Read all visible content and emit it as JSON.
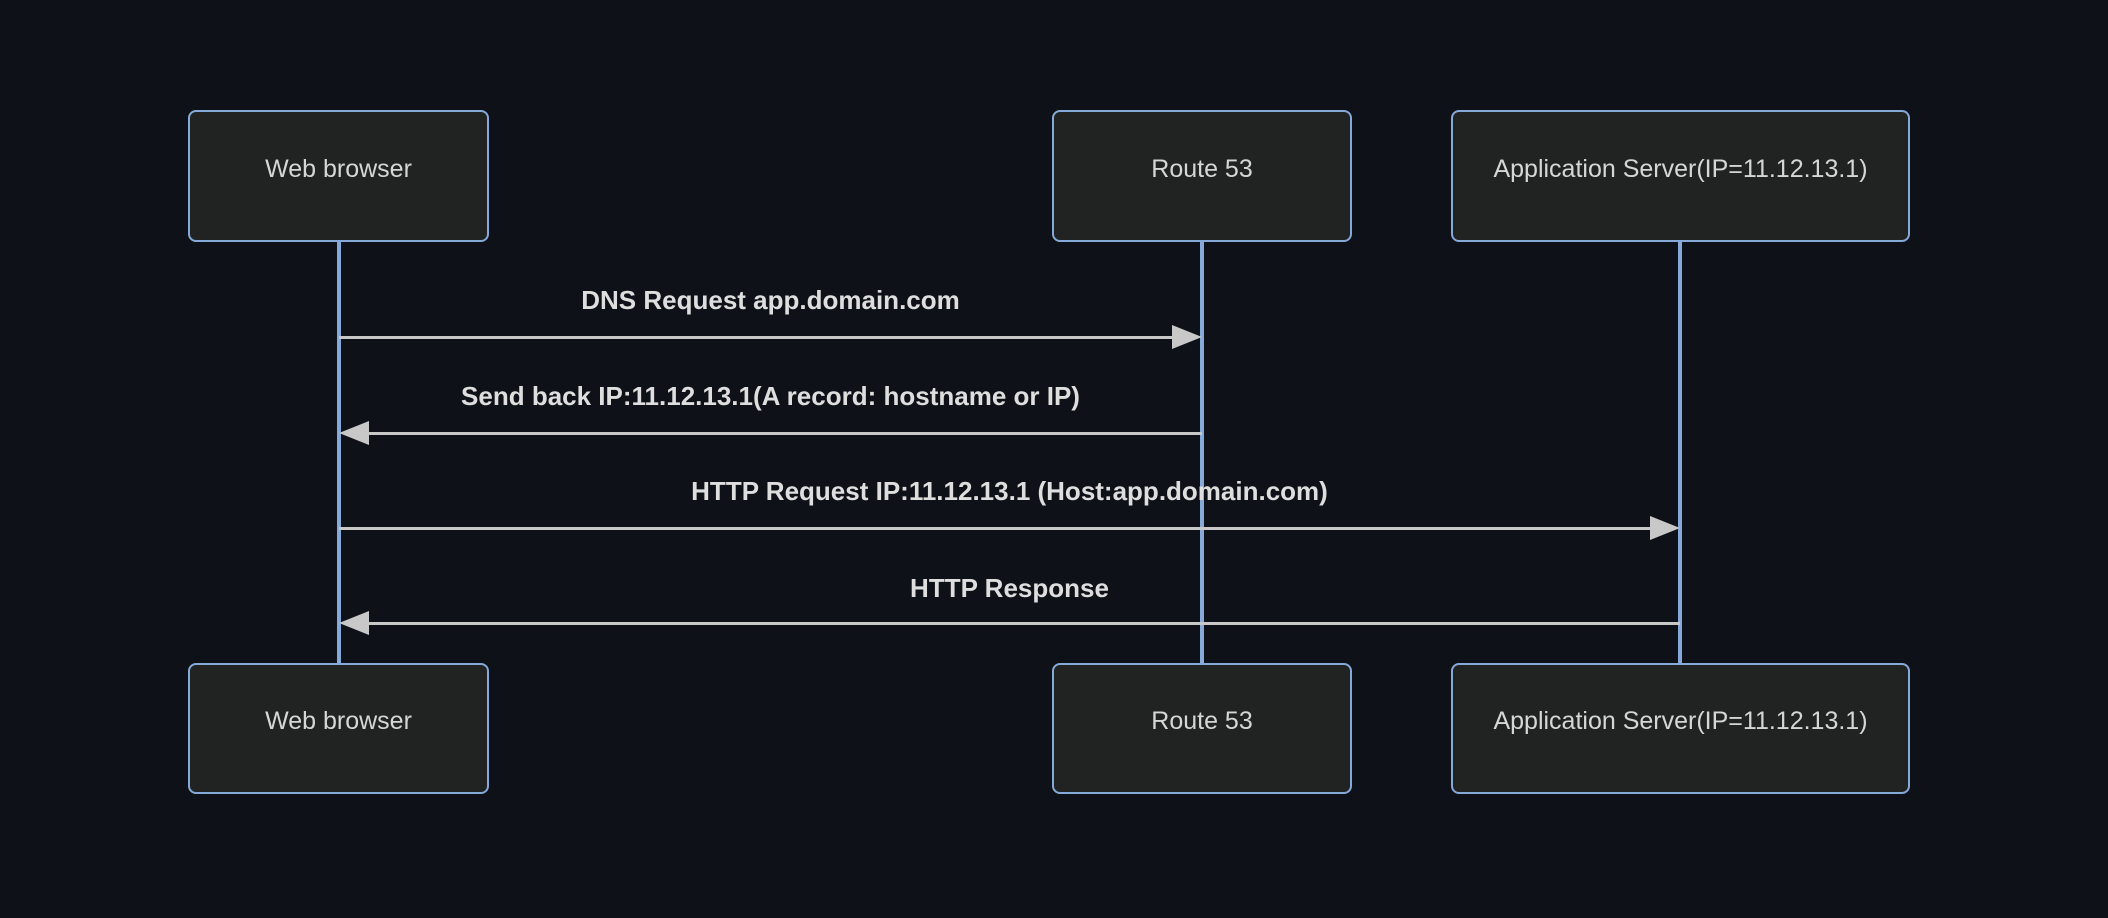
{
  "diagram": {
    "type": "sequence-diagram",
    "actors": [
      {
        "id": "web-browser",
        "label": "Web browser"
      },
      {
        "id": "route-53",
        "label": "Route 53"
      },
      {
        "id": "app-server",
        "label": "Application Server(IP=11.12.13.1)"
      }
    ],
    "messages": [
      {
        "from": "web-browser",
        "to": "route-53",
        "direction": "right",
        "arrow": "solid-filled-head",
        "text": "DNS Request app.domain.com"
      },
      {
        "from": "route-53",
        "to": "web-browser",
        "direction": "left",
        "arrow": "solid-filled-head",
        "text": "Send back IP:11.12.13.1(A record: hostname or IP)"
      },
      {
        "from": "web-browser",
        "to": "app-server",
        "direction": "right",
        "arrow": "solid-filled-head",
        "text": "HTTP Request IP:11.12.13.1 (Host:app.domain.com)"
      },
      {
        "from": "app-server",
        "to": "web-browser",
        "direction": "left",
        "arrow": "solid-filled-head",
        "text": "HTTP Response"
      }
    ],
    "colors": {
      "background": "#0e1117",
      "actor_fill": "#212222",
      "actor_border": "#85a9d8",
      "lifeline": "#85a9d8",
      "signal_line": "#c8c8c8",
      "actor_text": "#d6d6d6",
      "message_text": "#dedede"
    }
  }
}
